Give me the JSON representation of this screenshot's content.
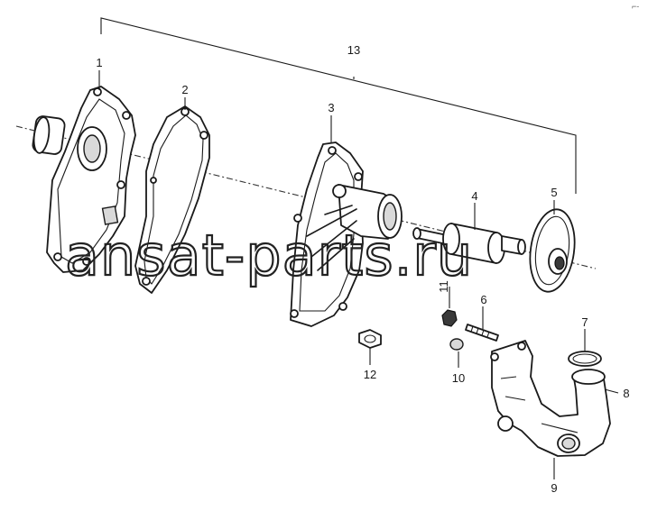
{
  "corner_mark": "⌐-",
  "watermark": "ansat-parts.ru",
  "callouts": [
    {
      "id": "p1",
      "label": "1"
    },
    {
      "id": "p2",
      "label": "2"
    },
    {
      "id": "p3",
      "label": "3"
    },
    {
      "id": "p4",
      "label": "4"
    },
    {
      "id": "p5",
      "label": "5"
    },
    {
      "id": "p6",
      "label": "6"
    },
    {
      "id": "p7",
      "label": "7"
    },
    {
      "id": "p8",
      "label": "8"
    },
    {
      "id": "p9",
      "label": "9"
    },
    {
      "id": "p10",
      "label": "10"
    },
    {
      "id": "p11",
      "label": "11"
    },
    {
      "id": "p12",
      "label": "12"
    },
    {
      "id": "p13",
      "label": "13"
    }
  ]
}
